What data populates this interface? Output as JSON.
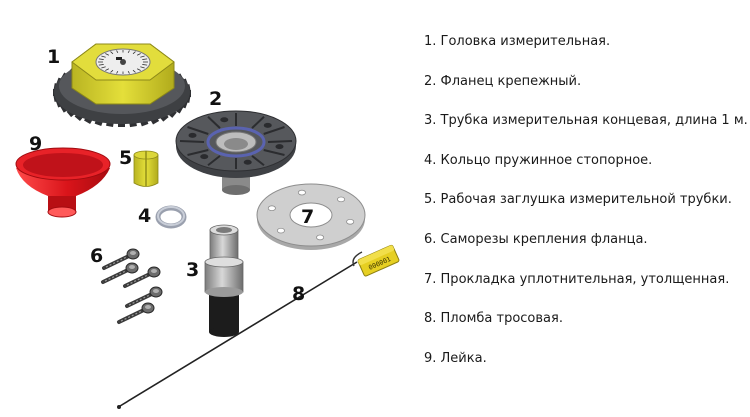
{
  "callouts": {
    "c1": "1",
    "c2": "2",
    "c3": "3",
    "c4": "4",
    "c5": "5",
    "c6": "6",
    "c7": "7",
    "c8": "8",
    "c9": "9"
  },
  "seal_label": "000001",
  "legend": [
    "1. Головка измерительная.",
    "2. Фланец крепежный.",
    "3. Трубка измерительная концевая, длина 1 м.",
    "4. Кольцо пружинное стопорное.",
    "5. Рабочая заглушка измерительной трубки.",
    "6. Саморезы крепления фланца.",
    "7. Прокладка уплотнительная, утолщенная.",
    "8. Пломба тросовая.",
    "9. Лейка."
  ],
  "colors": {
    "head_yellow": "#d8d32c",
    "flange_dark": "#505256",
    "funnel_red": "#d9141a",
    "gasket_grey": "#c4c4c4",
    "seal_yellow": "#e6cf22"
  }
}
